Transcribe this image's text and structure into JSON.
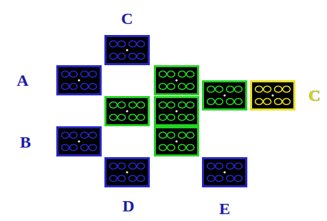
{
  "diagram": {
    "labels": [
      "C",
      "A",
      "B",
      "D",
      "E",
      "C"
    ]
  }
}
